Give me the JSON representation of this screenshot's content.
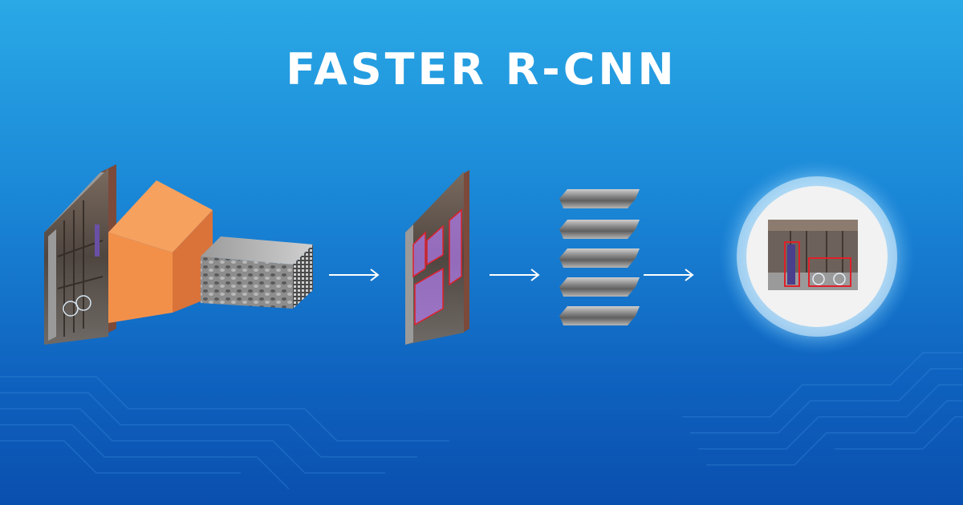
{
  "title": "FASTER R-CNN",
  "colors": {
    "background_top": "#2aa9e6",
    "background_bottom": "#0a4fae",
    "cnn_block": "#f2904a",
    "region_proposal": "#b07cf0",
    "detection_box": "#e0202a",
    "result_ring": "#ffffff"
  },
  "pipeline": [
    {
      "name": "input-image-stack"
    },
    {
      "name": "cnn-block"
    },
    {
      "name": "feature-map"
    },
    {
      "name": "region-proposals"
    },
    {
      "name": "roi-features"
    },
    {
      "name": "detection-result"
    }
  ]
}
